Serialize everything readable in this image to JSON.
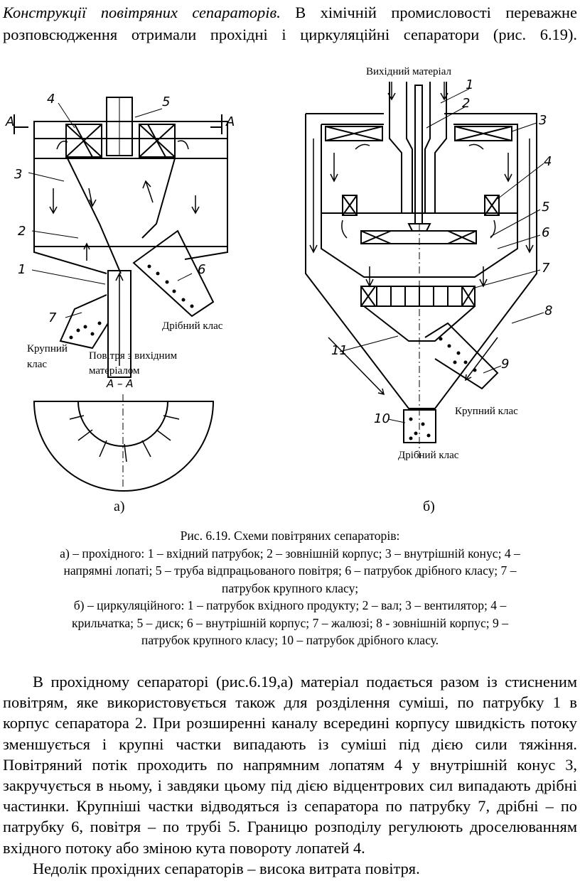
{
  "intro": {
    "heading": "Конструкції повітряних сепараторів.",
    "text": " В хімічній промисловості переважне розповсюдження отримали прохідні і циркуляційні сепаратори (рис. 6.19)."
  },
  "figure": {
    "a": {
      "section_marks": [
        "A",
        "A"
      ],
      "numbers": [
        "4",
        "5",
        "3",
        "2",
        "1",
        "6",
        "7"
      ],
      "fine_class": "Дрібний клас",
      "coarse_class_l1": "Крупний",
      "coarse_class_l2": "клас",
      "air_l1": "Повітря з вихідним",
      "air_l2": "матеріалом",
      "section_title": "А – А",
      "sub_label": "а)"
    },
    "b": {
      "input_material": "Вихідний матеріал",
      "numbers": [
        "1",
        "2",
        "3",
        "4",
        "5",
        "6",
        "7",
        "8",
        "11",
        "9",
        "10"
      ],
      "coarse_class": "Крупний клас",
      "fine_class": "Дрібний клас",
      "sub_label": "б)"
    }
  },
  "caption": {
    "title": "Рис. 6.19.  Схеми повітряних сепараторів:",
    "line_a1": "а) – прохідного: 1 – вхідний патрубок; 2 – зовнішній корпус; 3 – внутрішній конус; 4 –",
    "line_a2": "напрямні лопаті; 5 – труба відпрацьованого повітря; 6 – патрубок дрібного класу; 7 –",
    "line_a3": "патрубок крупного класу;",
    "line_b1": "б) – циркуляційного: 1 – патрубок вхідного продукту; 2 – вал; 3 – вентилятор; 4 –",
    "line_b2": "крильчатка; 5 – диск; 6 – внутрішній корпус; 7 – жалюзі; 8 - зовнішній корпус; 9 –",
    "line_b3": "патрубок крупного класу; 10 – патрубок дрібного класу."
  },
  "body": {
    "paragraph1": "В прохідному сепараторі (рис.6.19,а) матеріал подається разом із стисненим повітрям, яке використовується також для розділення суміші, по патрубку 1 в корпус сепаратора 2. При розширенні каналу всередині корпусу швидкість потоку зменшується і крупні частки випадають із суміші під дією сили тяжіння. Повітряний потік проходить по напрямним лопатям 4 у внутрішній конус 3, закручується в ньому, і завдяки цьому під дією відцентрових сил випадають дрібні частинки. Крупніші частки відводяться із сепаратора по патрубку 7, дрібні – по патрубку 6, повітря – по трубі 5. Границю розподілу регулюють дроселюванням вхідного потоку або зміною кута повороту лопатей 4.",
    "paragraph2": "Недолік прохідних сепараторів – висока витрата повітря."
  }
}
